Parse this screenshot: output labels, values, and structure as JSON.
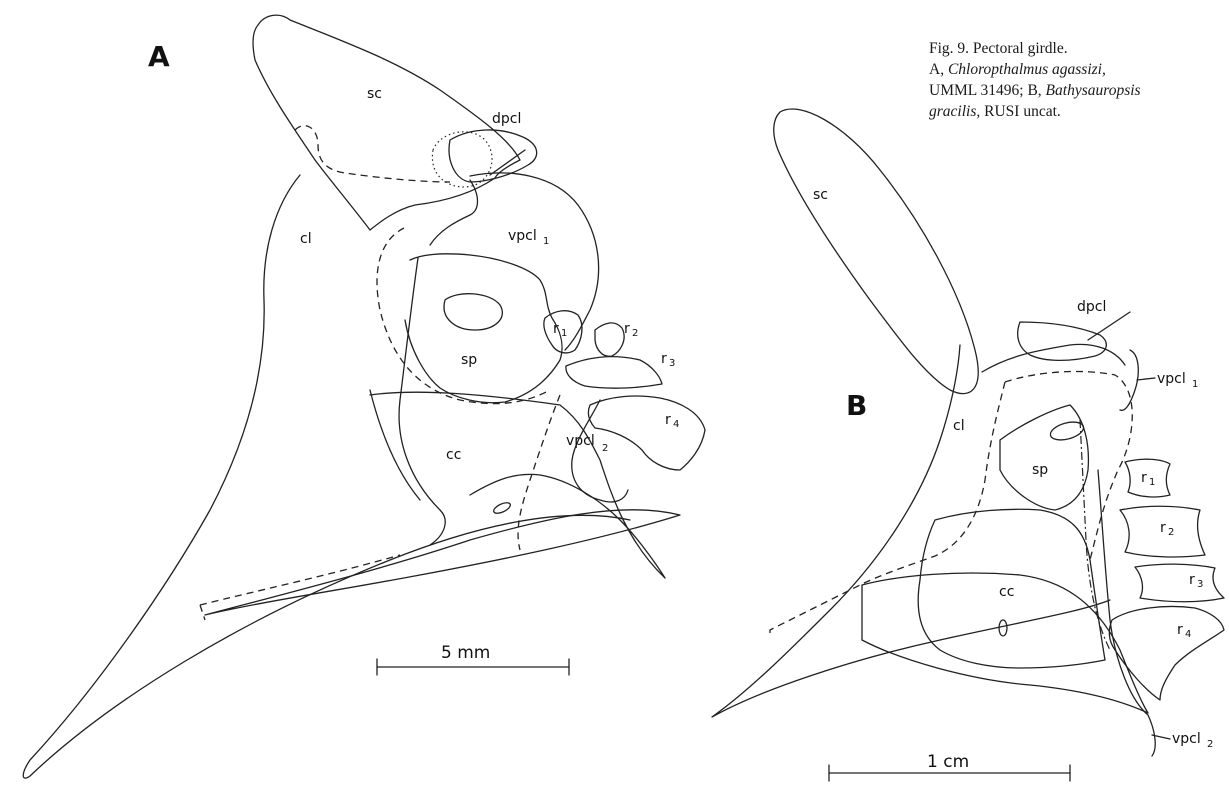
{
  "caption": {
    "line1": "Fig. 9. Pectoral girdle.",
    "line2_prefix": "A, ",
    "line2_italic": "Chloropthalmus agassizi,",
    "line3": "UMML 31496; B, ",
    "line3_italic": "Bathysauropsis",
    "line4_italic": "gracilis,",
    "line4_rest": " RUSI uncat."
  },
  "panels": {
    "a": {
      "letter": "A",
      "labels": {
        "sc": "sc",
        "dpcl": "dpcl",
        "cl": "cl",
        "vpcl1": "vpcl",
        "vpcl1_sub": "1",
        "sp": "sp",
        "cc": "cc",
        "vpcl2": "vpcl",
        "vpcl2_sub": "2",
        "r1": "r",
        "r1_sub": "1",
        "r2": "r",
        "r2_sub": "2",
        "r3": "r",
        "r3_sub": "3",
        "r4": "r",
        "r4_sub": "4"
      },
      "scale_label": "5 mm"
    },
    "b": {
      "letter": "B",
      "labels": {
        "sc": "sc",
        "dpcl": "dpcl",
        "cl": "cl",
        "vpcl1": "vpcl",
        "vpcl1_sub": "1",
        "sp": "sp",
        "cc": "cc",
        "vpcl2": "vpcl",
        "vpcl2_sub": "2",
        "r1": "r",
        "r1_sub": "1",
        "r2": "r",
        "r2_sub": "2",
        "r3": "r",
        "r3_sub": "3",
        "r4": "r",
        "r4_sub": "4"
      },
      "scale_label": "1 cm"
    }
  }
}
